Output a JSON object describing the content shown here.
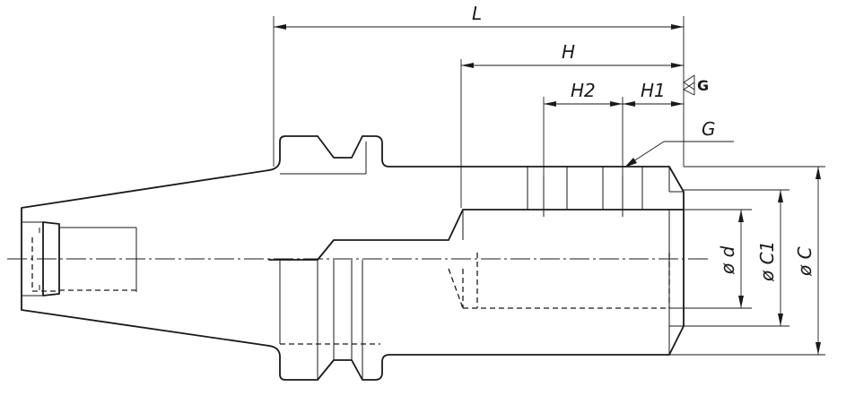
{
  "dimensions": {
    "L": "L",
    "H": "H",
    "H2": "H2",
    "H1": "H1",
    "G": "G",
    "d": "ø d",
    "C1": "ø C1",
    "C": "ø C"
  },
  "surface_symbol": {
    "label": "G"
  }
}
